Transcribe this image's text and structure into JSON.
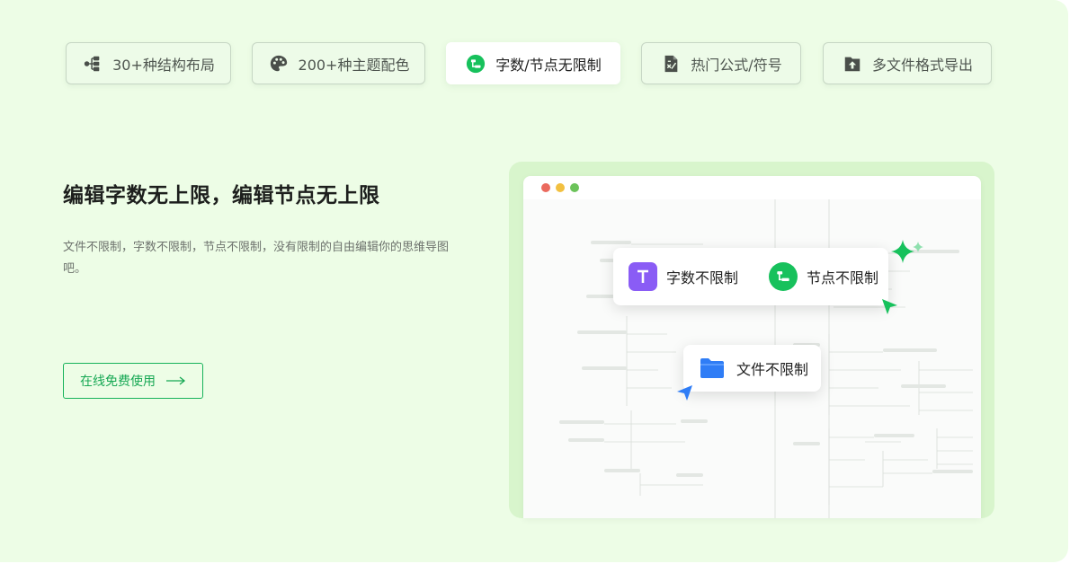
{
  "tabs": [
    {
      "label": "30+种结构布局",
      "icon": "structure-icon",
      "active": false
    },
    {
      "label": "200+种主题配色",
      "icon": "palette-icon",
      "active": false
    },
    {
      "label": "字数/节点无限制",
      "icon": "node-icon",
      "active": true
    },
    {
      "label": "热门公式/符号",
      "icon": "formula-icon",
      "active": false
    },
    {
      "label": "多文件格式导出",
      "icon": "export-icon",
      "active": false
    }
  ],
  "feature": {
    "headline": "编辑字数无上限，编辑节点无上限",
    "description": "文件不限制，字数不限制，节点不限制，没有限制的自由编辑你的思维导图吧。",
    "cta_label": "在线免费使用"
  },
  "preview": {
    "badge_text_label": "字数不限制",
    "badge_node_label": "节点不限制",
    "badge_file_label": "文件不限制"
  },
  "colors": {
    "background": "#edfde6",
    "accent": "#17b35a",
    "purple": "#8a5cf5",
    "blue": "#2f7df6"
  }
}
